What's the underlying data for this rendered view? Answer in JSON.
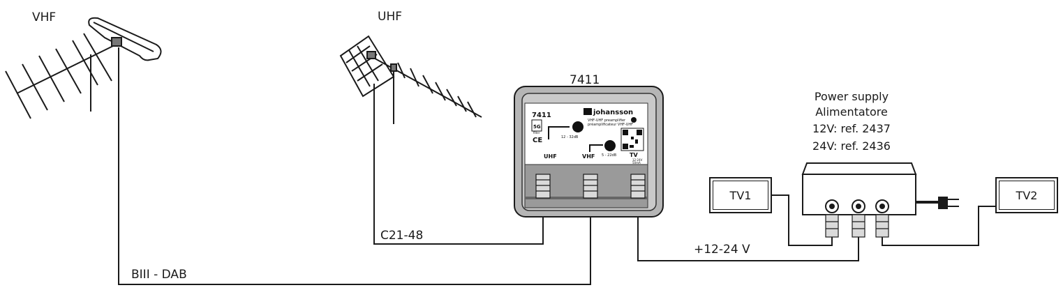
{
  "antennas": {
    "vhf_label": "VHF",
    "uhf_label": "UHF"
  },
  "amplifier": {
    "model_title": "7411",
    "panel_model": "7411",
    "brand": "johansson",
    "product_desc_line1": "VHF-UHF preamplifier",
    "product_desc_line2": "préamplificateur VHF-UHF",
    "badge_5g": "5G",
    "badge_5g_sub": "filter",
    "ce_mark": "CE",
    "uhf_gain": "12 - 32dB",
    "vhf_gain": "5 - 22dB",
    "port_uhf": "UHF",
    "port_vhf": "VHF",
    "port_tv": "TV",
    "tv_spec": "12-24V",
    "tv_spec2": "50mA"
  },
  "power_supply": {
    "title_en": "Power supply",
    "title_it": "Alimentatore",
    "ref_12v": "12V: ref. 2437",
    "ref_24v": "24V: ref. 2436"
  },
  "tv_boxes": {
    "tv1": "TV1",
    "tv2": "TV2"
  },
  "cable_labels": {
    "uhf_cable": "C21-48",
    "vhf_cable": "BIII - DAB",
    "dc_cable": "+12-24 V"
  }
}
